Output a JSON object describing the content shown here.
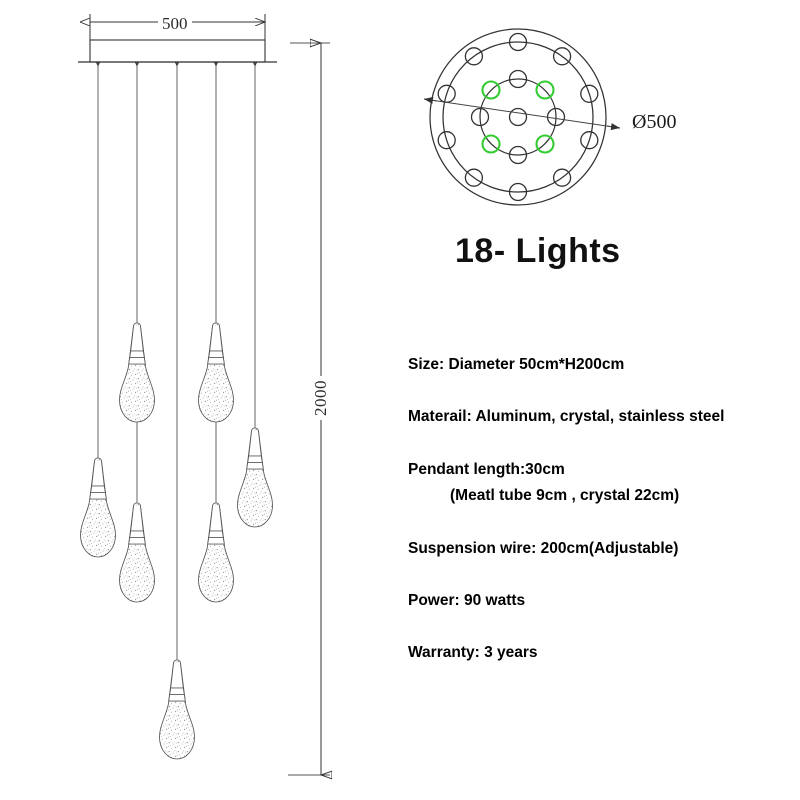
{
  "drawing": {
    "product_title": "18- Lights",
    "dimensions": {
      "canopy_width": "500",
      "drop_height": "2000",
      "plan_diameter": "Ø500"
    }
  },
  "specs": [
    {
      "key": "size",
      "text": "Size: Diameter 50cm*H200cm",
      "indent": false
    },
    {
      "key": "material",
      "text": "Materail: Aluminum, crystal, stainless steel",
      "indent": false
    },
    {
      "key": "pendant_length",
      "text": "Pendant length:30cm",
      "indent": false
    },
    {
      "key": "pendant_breakdown",
      "text": "(Meatl tube 9cm  , crystal 22cm)",
      "indent": true
    },
    {
      "key": "suspension_wire",
      "text": "Suspension wire: 200cm(Adjustable)",
      "indent": false
    },
    {
      "key": "power",
      "text": "Power: 90 watts",
      "indent": false
    },
    {
      "key": "warranty",
      "text": "Warranty: 3 years",
      "indent": false
    }
  ],
  "colors": {
    "line": "#333333",
    "crystal_fill": "#fdfdfd",
    "crystal_speckle": "#999999",
    "highlight_green": "#33cc33",
    "background": "#ffffff"
  },
  "plan_view": {
    "outer_ring_count": 10,
    "inner_ring_black_count": 4,
    "inner_ring_green_count": 4,
    "center_count": 1,
    "total_lights": 18
  },
  "elevation": {
    "canopy_wire_count": 5,
    "visible_pendant_count": 7
  }
}
